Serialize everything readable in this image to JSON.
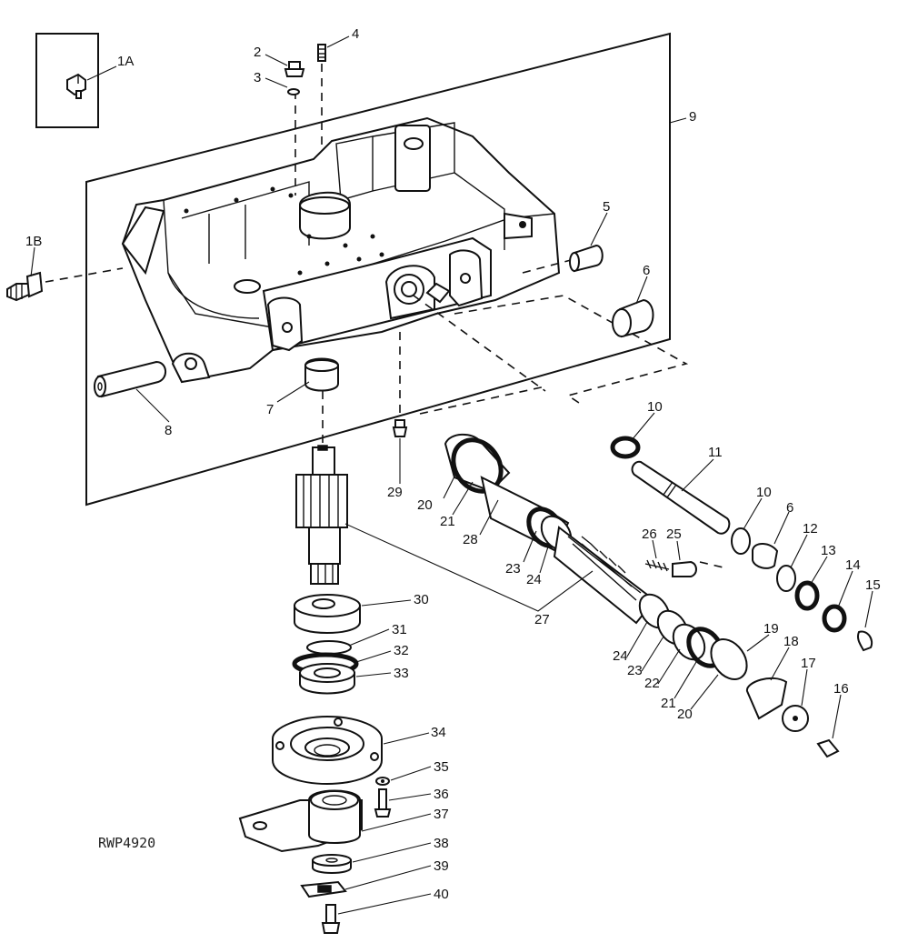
{
  "reference_code": "RWP4920",
  "labels": [
    {
      "id": "1a",
      "text": "1A"
    },
    {
      "id": "1b",
      "text": "1B"
    },
    {
      "id": "2",
      "text": "2"
    },
    {
      "id": "3",
      "text": "3"
    },
    {
      "id": "4",
      "text": "4"
    },
    {
      "id": "5",
      "text": "5"
    },
    {
      "id": "6a",
      "text": "6"
    },
    {
      "id": "6b",
      "text": "6"
    },
    {
      "id": "7",
      "text": "7"
    },
    {
      "id": "8",
      "text": "8"
    },
    {
      "id": "9",
      "text": "9"
    },
    {
      "id": "10a",
      "text": "10"
    },
    {
      "id": "10b",
      "text": "10"
    },
    {
      "id": "11",
      "text": "11"
    },
    {
      "id": "12",
      "text": "12"
    },
    {
      "id": "13",
      "text": "13"
    },
    {
      "id": "14",
      "text": "14"
    },
    {
      "id": "15",
      "text": "15"
    },
    {
      "id": "16",
      "text": "16"
    },
    {
      "id": "17",
      "text": "17"
    },
    {
      "id": "18",
      "text": "18"
    },
    {
      "id": "19",
      "text": "19"
    },
    {
      "id": "20a",
      "text": "20"
    },
    {
      "id": "20b",
      "text": "20"
    },
    {
      "id": "21a",
      "text": "21"
    },
    {
      "id": "21b",
      "text": "21"
    },
    {
      "id": "22",
      "text": "22"
    },
    {
      "id": "23a",
      "text": "23"
    },
    {
      "id": "23b",
      "text": "23"
    },
    {
      "id": "24a",
      "text": "24"
    },
    {
      "id": "24b",
      "text": "24"
    },
    {
      "id": "25",
      "text": "25"
    },
    {
      "id": "26",
      "text": "26"
    },
    {
      "id": "27",
      "text": "27"
    },
    {
      "id": "28",
      "text": "28"
    },
    {
      "id": "29",
      "text": "29"
    },
    {
      "id": "30",
      "text": "30"
    },
    {
      "id": "31",
      "text": "31"
    },
    {
      "id": "32",
      "text": "32"
    },
    {
      "id": "33",
      "text": "33"
    },
    {
      "id": "34",
      "text": "34"
    },
    {
      "id": "35",
      "text": "35"
    },
    {
      "id": "36",
      "text": "36"
    },
    {
      "id": "37",
      "text": "37"
    },
    {
      "id": "38",
      "text": "38"
    },
    {
      "id": "39",
      "text": "39"
    },
    {
      "id": "40",
      "text": "40"
    }
  ]
}
